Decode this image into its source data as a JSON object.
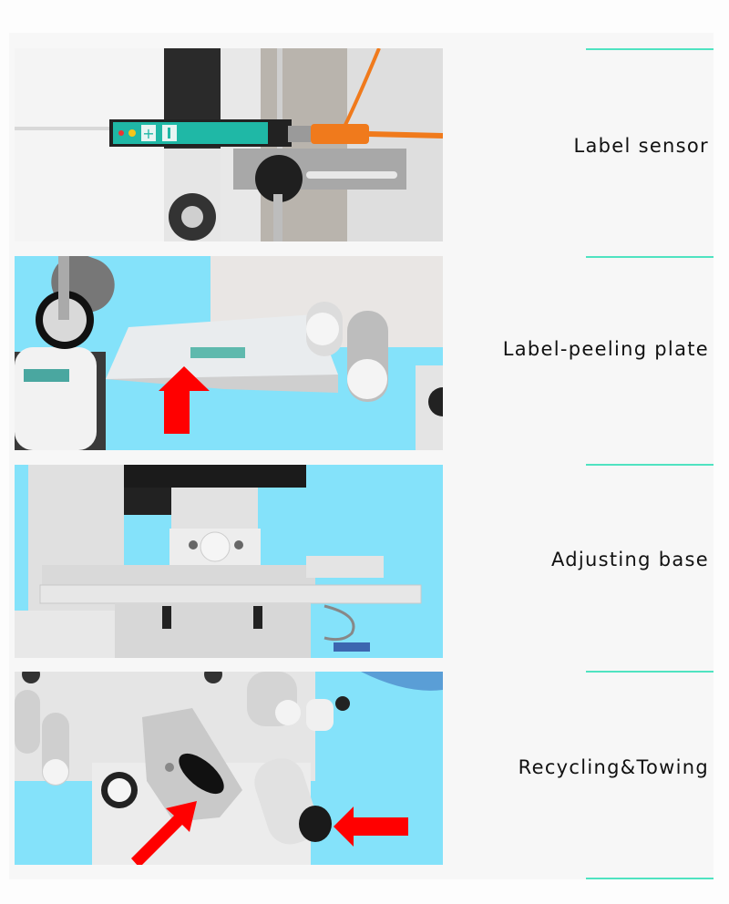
{
  "sections": [
    {
      "label": "Label sensor",
      "image": "label-sensor-photo"
    },
    {
      "label": "Label-peeling plate",
      "image": "label-peeling-plate-photo"
    },
    {
      "label": "Adjusting base",
      "image": "adjusting-base-photo"
    },
    {
      "label": "Recycling&Towing",
      "image": "recycling-towing-photo"
    }
  ],
  "colors": {
    "accent_line": "#4fe3c1",
    "panel_bg": "#f7f7f7",
    "photo_sky": "#84e2fa",
    "arrow_red": "#ff0000",
    "sensor_teal": "#1fb8a6",
    "cable_orange": "#f07a1c"
  }
}
